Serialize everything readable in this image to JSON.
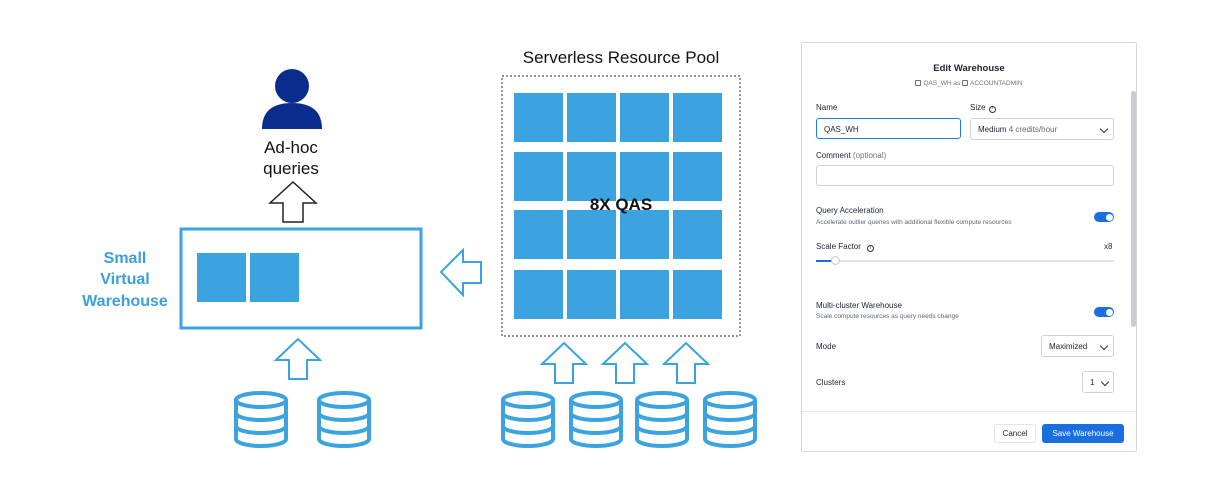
{
  "diagram": {
    "user_label_line1": "Ad-hoc",
    "user_label_line2": "queries",
    "warehouse_label_line1": "Small",
    "warehouse_label_line2": "Virtual",
    "warehouse_label_line3": "Warehouse",
    "pool_title": "Serverless Resource Pool",
    "pool_label": "8X QAS",
    "colors": {
      "primary": "#3ba3e0",
      "warehouse_text": "#3aa0dc",
      "user_icon": "#0a2c8c"
    }
  },
  "dialog": {
    "title": "Edit Warehouse",
    "subtitle_wh": "QAS_WH",
    "subtitle_as": "as",
    "subtitle_role": "ACCOUNTADMIN",
    "name_label": "Name",
    "name_value": "QAS_WH",
    "size_label": "Size",
    "size_value": "Medium",
    "size_credits": "4 credits/hour",
    "comment_label": "Comment",
    "comment_optional": "(optional)",
    "qa_label": "Query Acceleration",
    "qa_hint": "Accelerate outlier queries with additional flexible compute resources",
    "qa_enabled": true,
    "scale_factor_label": "Scale Factor",
    "scale_factor_value": "x8",
    "mc_label": "Multi-cluster Warehouse",
    "mc_hint": "Scale compute resources as query needs change",
    "mc_enabled": true,
    "mode_label": "Mode",
    "mode_value": "Maximized",
    "clusters_label": "Clusters",
    "clusters_value": "1",
    "cancel_label": "Cancel",
    "save_label": "Save Warehouse",
    "accent_color": "#1a6fe0"
  }
}
